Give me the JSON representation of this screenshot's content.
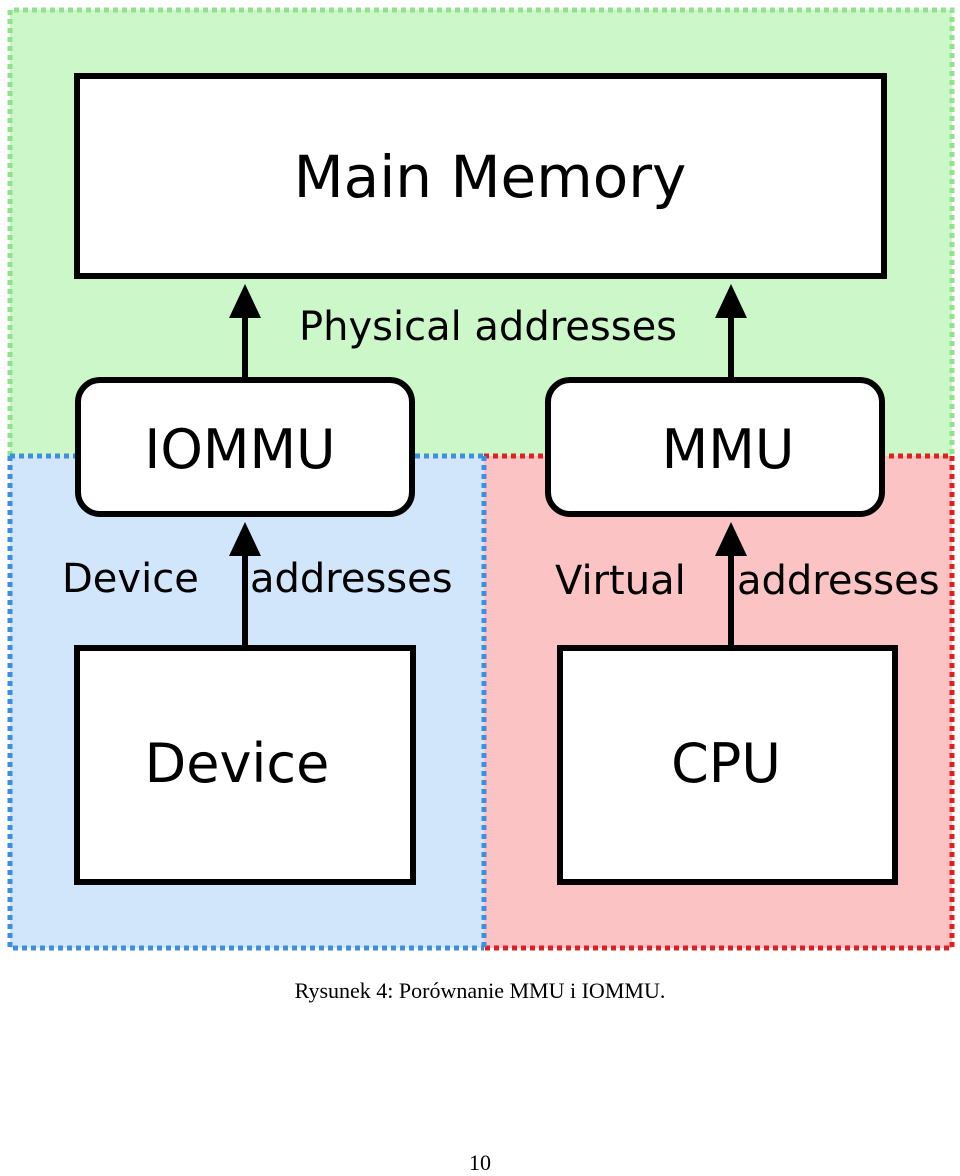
{
  "diagram": {
    "main_memory": "Main Memory",
    "physical_addresses": "Physical addresses",
    "iommu": "IOMMU",
    "mmu": "MMU",
    "device_label": "Device",
    "device_addresses": "addresses",
    "virtual_label": "Virtual",
    "virtual_addresses": "addresses",
    "device_box": "Device",
    "cpu_box": "CPU",
    "colors": {
      "physical_region_fill": "#ccf7c8",
      "physical_region_border": "#8fe38a",
      "device_region_fill": "#d2e6fb",
      "device_region_border": "#3d8de0",
      "cpu_region_fill": "#fbc3c3",
      "cpu_region_border": "#e02020"
    }
  },
  "caption": "Rysunek 4: Porównanie MMU i IOMMU.",
  "page_number": "10"
}
